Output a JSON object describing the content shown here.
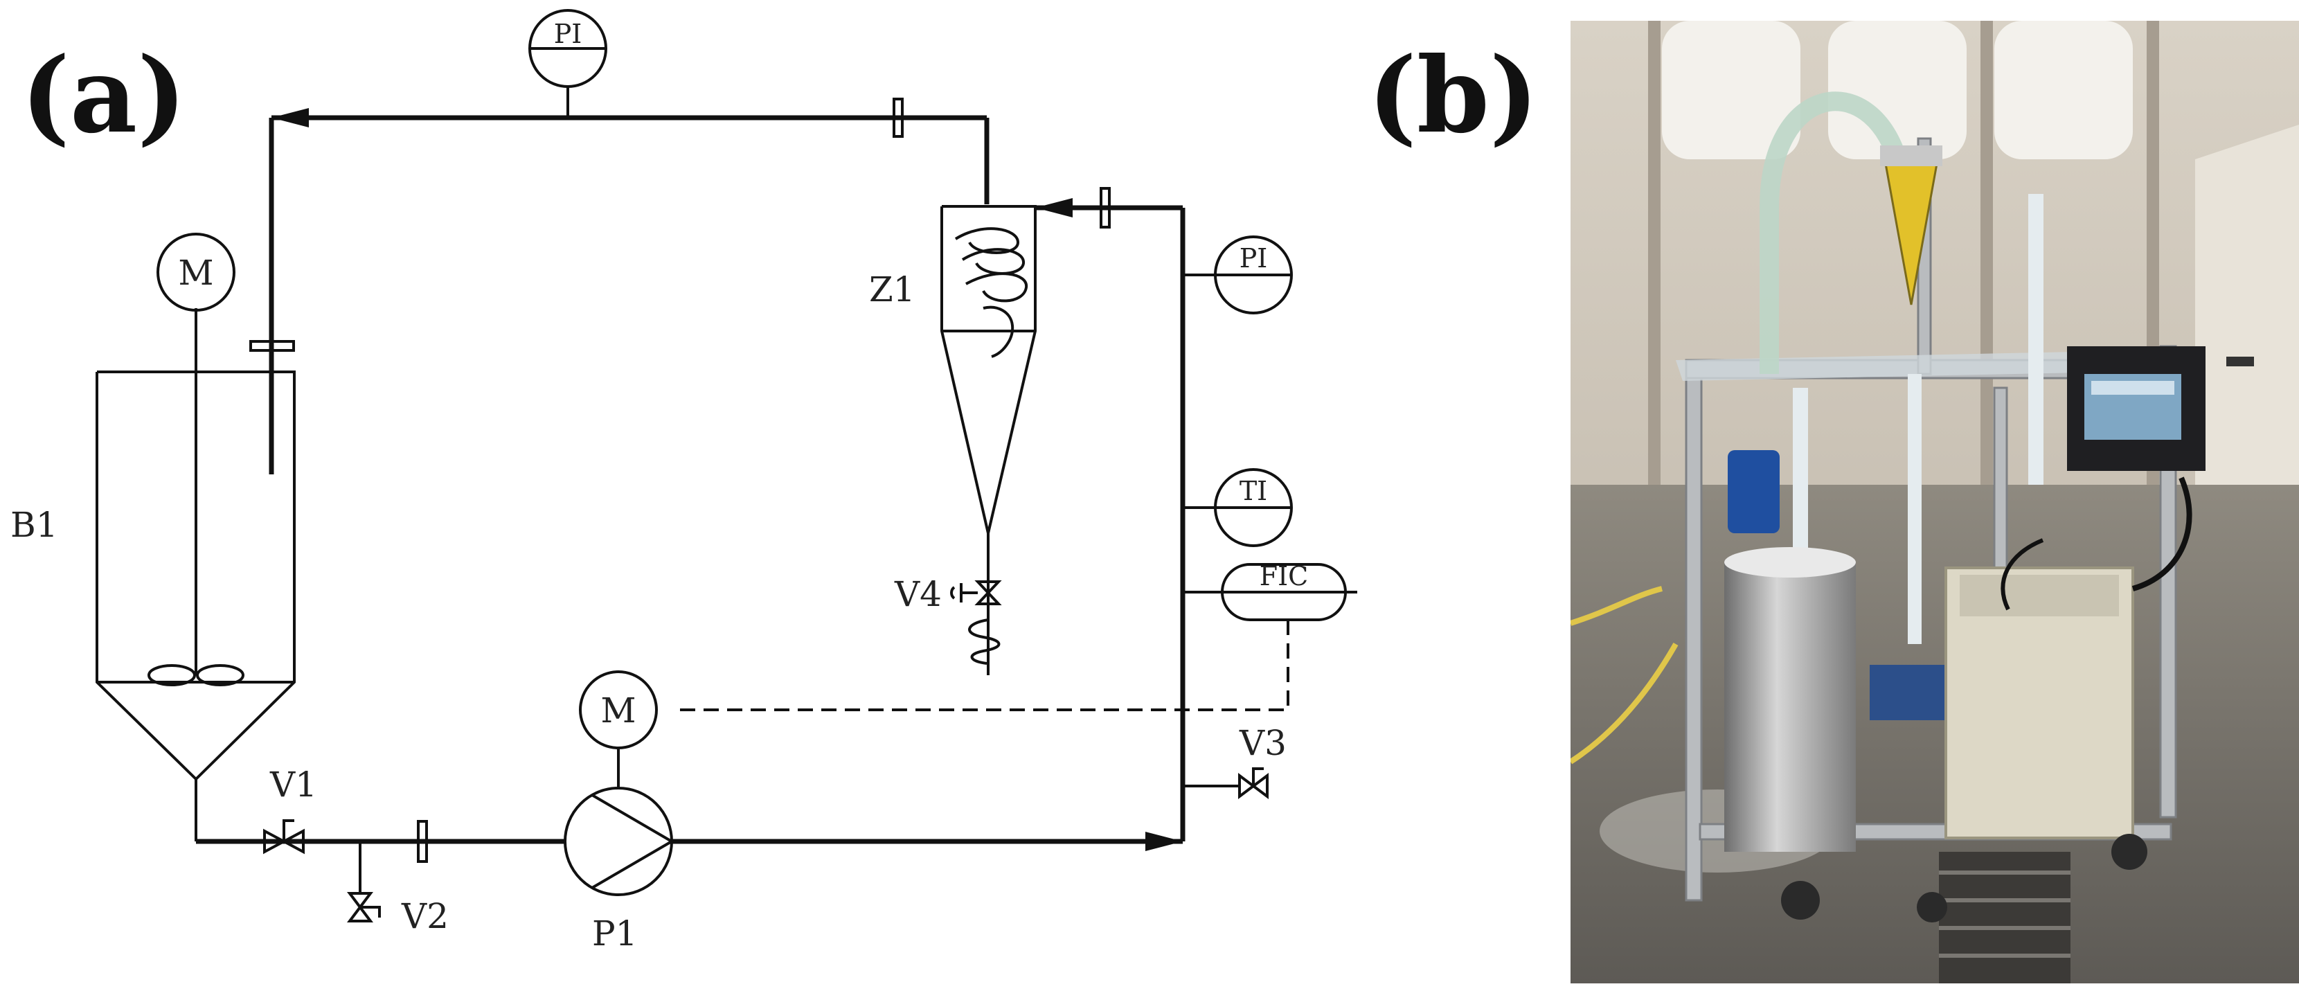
{
  "panels": {
    "a": "(a)",
    "b": "(b)"
  },
  "labels": {
    "B1": "B1",
    "Z1": "Z1",
    "P1": "P1",
    "V1": "V1",
    "V2": "V2",
    "V3": "V3",
    "V4": "V4"
  },
  "instruments": {
    "pi_top": "PI",
    "pi_right": "PI",
    "ti": "TI",
    "fic": "FIC",
    "motor_tank": "M",
    "motor_pump": "M"
  }
}
